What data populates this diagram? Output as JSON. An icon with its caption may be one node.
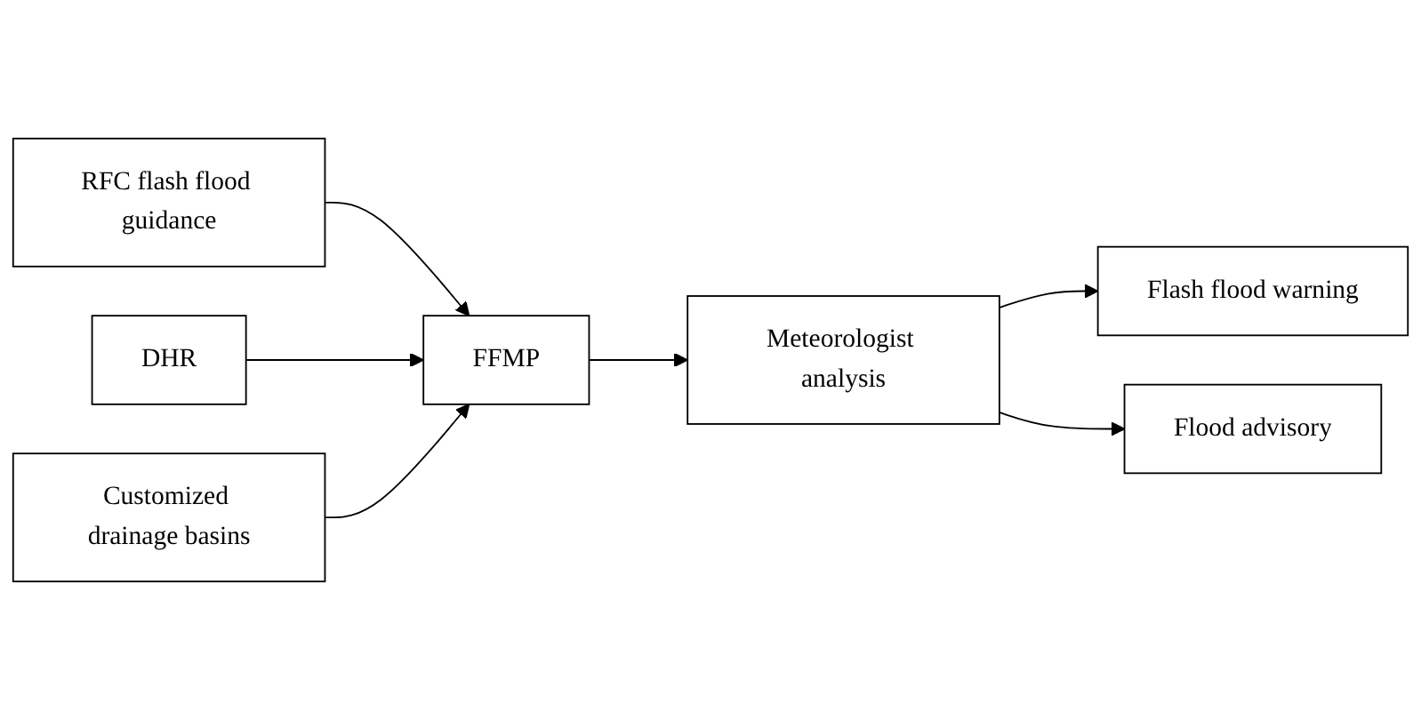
{
  "diagram": {
    "nodes": [
      {
        "text": [
          "RFC flash flood guidance"
        ]
      },
      {
        "text": [
          "DHR"
        ]
      },
      {
        "text": [
          "Customized drainage basins"
        ]
      },
      {
        "text": [
          "FFMP"
        ]
      },
      {
        "text": [
          "Meteorologist analysis"
        ]
      },
      {
        "text": [
          "Flash flood warning"
        ]
      },
      {
        "text": [
          "Flood advisory"
        ]
      }
    ],
    "edges": [
      {
        "from": 0,
        "to": 3,
        "arrow": "to"
      },
      {
        "from": 1,
        "to": 3,
        "arrow": "to"
      },
      {
        "from": 2,
        "to": 3,
        "arrow": "to"
      },
      {
        "from": 3,
        "to": 4,
        "arrow": "to"
      },
      {
        "from": 4,
        "to": 5,
        "arrow": "to"
      },
      {
        "from": 4,
        "to": 6,
        "arrow": "to"
      }
    ]
  }
}
